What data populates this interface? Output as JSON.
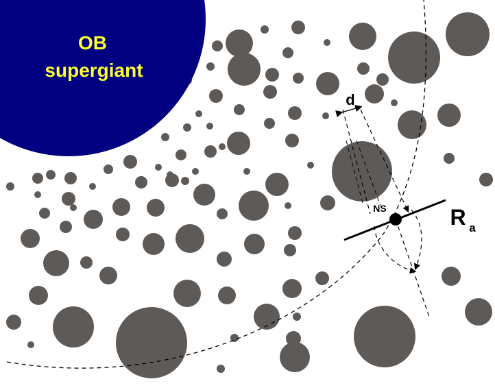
{
  "star": {
    "label_line1": "OB",
    "label_line2": "supergiant",
    "color": "#000080",
    "label_color": "#ffff33"
  },
  "labels": {
    "stream_width": "d",
    "neutron_star": "NS",
    "accretion_radius_symbol": "R",
    "accretion_radius_subscript": "a"
  },
  "colors": {
    "clump": "#5e5a57",
    "line": "#000000"
  }
}
